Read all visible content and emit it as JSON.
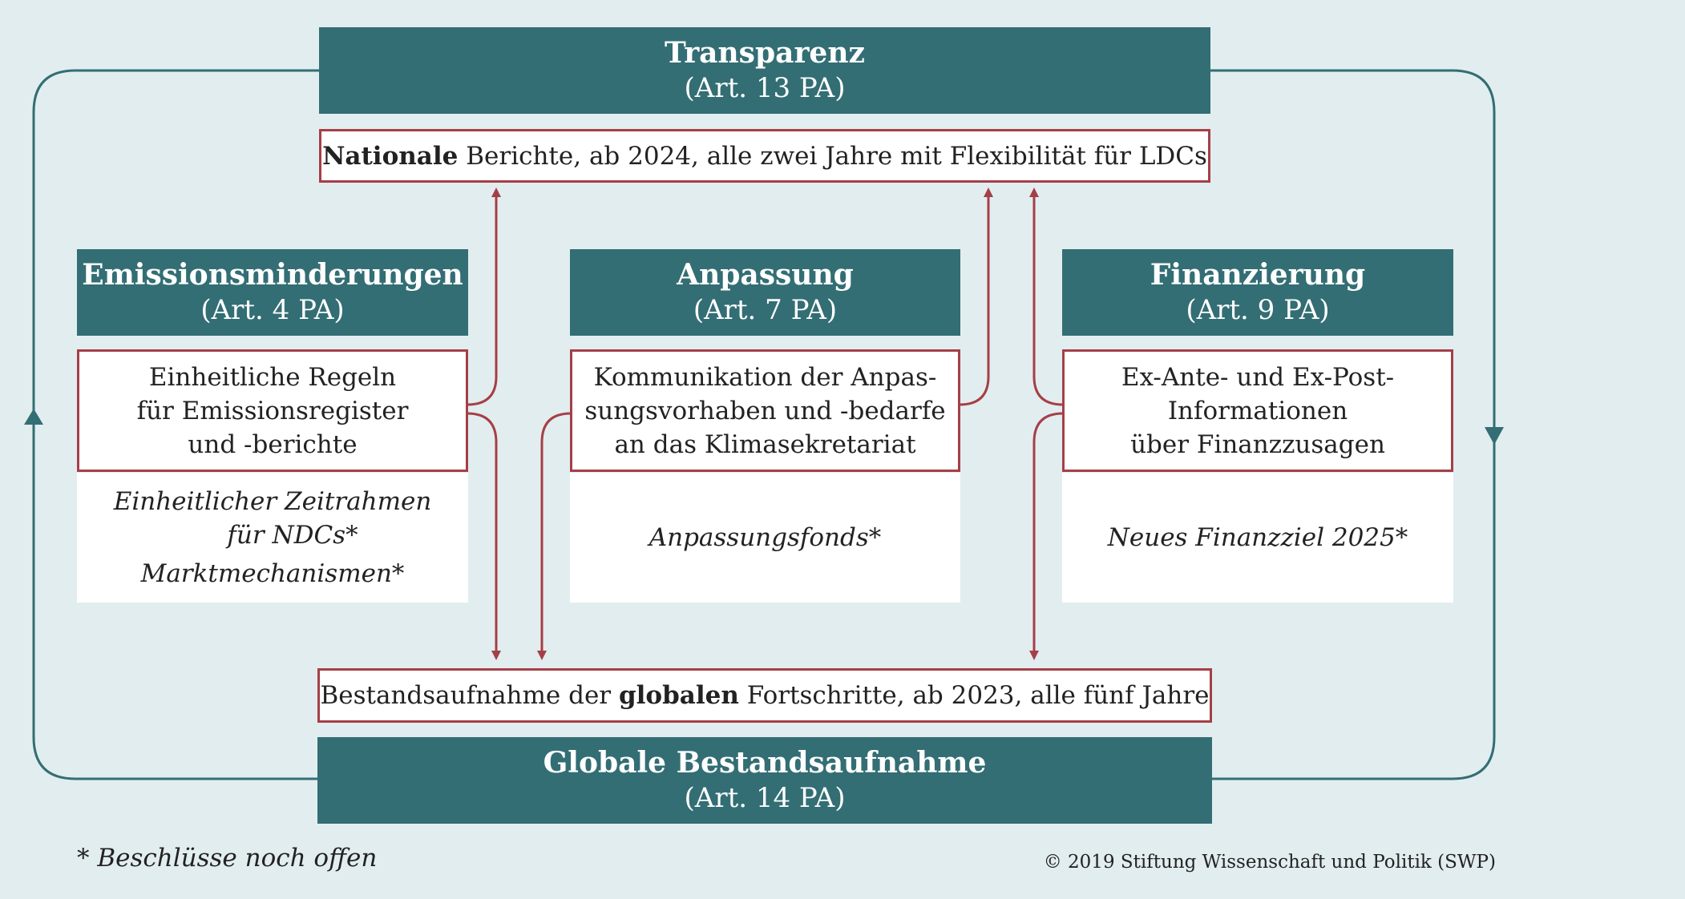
{
  "colors": {
    "background": "#e2edef",
    "header": "#336e74",
    "frame": "#a53f47",
    "cycle": "#336e74"
  },
  "transparency": {
    "title": "Transparenz",
    "article": "(Art. 13 PA)",
    "report_bold": "Nationale",
    "report_rest": " Berichte, ab 2024, alle zwei Jahre mit Flexibilität für LDCs"
  },
  "columns": [
    {
      "title": "Emissionsminderungen",
      "article": "(Art. 4 PA)",
      "box_lines": [
        "Einheitliche Regeln",
        "für Emissionsregister",
        "und -berichte"
      ],
      "notes": [
        "Einheitlicher Zeitrahmen",
        "für NDCs*",
        "Marktmechanismen*"
      ]
    },
    {
      "title": "Anpassung",
      "article": "(Art. 7 PA)",
      "box_lines": [
        "Kommunikation der Anpas-",
        "sungsvorhaben und -bedarfe",
        "an das Klimasekretariat"
      ],
      "notes": [
        "Anpassungsfonds*"
      ]
    },
    {
      "title": "Finanzierung",
      "article": "(Art. 9 PA)",
      "box_lines": [
        "Ex-Ante- und Ex-Post-",
        "Informationen",
        "über Finanzzusagen"
      ],
      "notes": [
        "Neues Finanzziel 2025*"
      ]
    }
  ],
  "stocktake": {
    "progress_pre": "Bestandsaufnahme der ",
    "progress_bold": "globalen",
    "progress_post": " Fortschritte, ab 2023, alle fünf Jahre",
    "title": "Globale Bestandsaufnahme",
    "article": "(Art. 14 PA)"
  },
  "footnote": "* Beschlüsse noch offen",
  "copyright": "© 2019 Stiftung Wissenschaft und Politik (SWP)"
}
